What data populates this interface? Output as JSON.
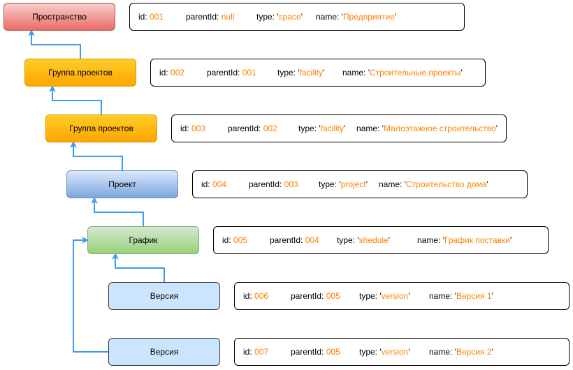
{
  "colors": {
    "connector": "#3d9bf0",
    "value_text": "#ff8000",
    "space_fill": "#ea6b66",
    "facility_fill": "#ffa500",
    "project_fill": "#7ea6e0",
    "schedule_fill": "#97d077",
    "version_fill": "#cce5ff"
  },
  "keys": {
    "id": "id:",
    "parentId": "parentId:",
    "type": "type:",
    "name": "name:"
  },
  "nodes": [
    {
      "label": "Пространство",
      "id": "001",
      "parentId": "null",
      "type": "space",
      "name": "Предприятие"
    },
    {
      "label": "Группа проектов",
      "id": "002",
      "parentId": "001",
      "type": "facility",
      "name": "Строительные проекты"
    },
    {
      "label": "Группа проектов",
      "id": "003",
      "parentId": "002",
      "type": "facility",
      "name": "Малоэтажное строительство"
    },
    {
      "label": "Проект",
      "id": "004",
      "parentId": "003",
      "type": "project",
      "name": "Строительство дома"
    },
    {
      "label": "График",
      "id": "005",
      "parentId": "004",
      "type": "shedule",
      "name": "График поставки"
    },
    {
      "label": "Версия",
      "id": "006",
      "parentId": "005",
      "type": "version",
      "name": "Версия 1"
    },
    {
      "label": "Версия",
      "id": "007",
      "parentId": "005",
      "type": "version",
      "name": "Версия 2"
    }
  ]
}
